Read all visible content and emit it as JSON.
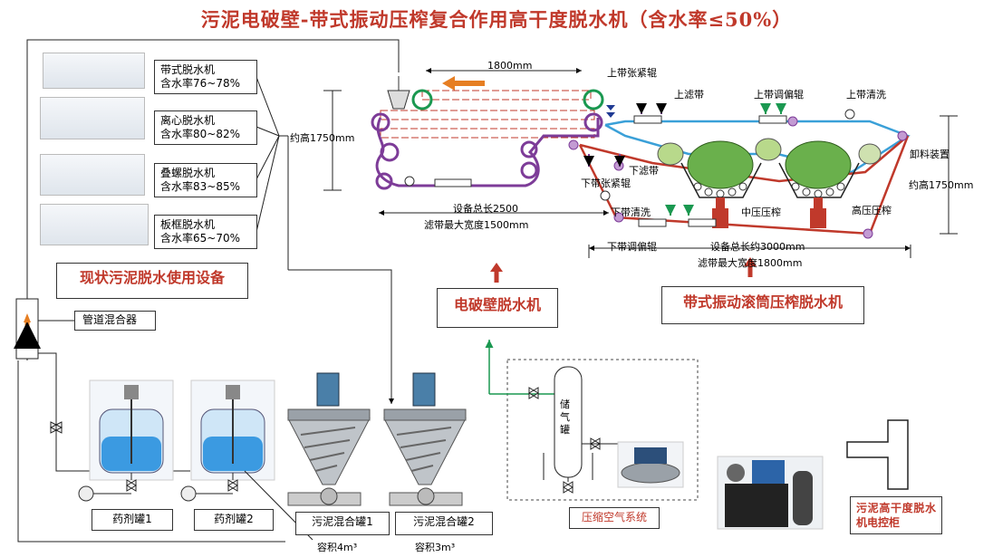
{
  "title": "污泥电破壁-带式振动压榨复合作用高干度脱水机（含水率≤50%）",
  "existing_equipment": {
    "heading": "现状污泥脱水使用设备",
    "items": [
      {
        "name": "带式脱水机",
        "moisture": "含水率76~78%"
      },
      {
        "name": "离心脱水机",
        "moisture": "含水率80~82%"
      },
      {
        "name": "叠螺脱水机",
        "moisture": "含水率83~85%"
      },
      {
        "name": "板框脱水机",
        "moisture": "含水率65~70%"
      }
    ]
  },
  "pipeline_mixer": "管道混合器",
  "tanks": {
    "agent1": "药剂罐1",
    "agent2": "药剂罐2",
    "mix1": "污泥混合罐1",
    "mix2": "污泥混合罐2",
    "vol1": "容积4m³",
    "vol2": "容积3m³"
  },
  "electro": {
    "name": "电破壁脱水机",
    "length_top": "1800mm",
    "height": "约高1750mm",
    "total_length": "设备总长2500",
    "belt_width": "滤带最大宽度1500mm"
  },
  "press": {
    "name": "带式振动滚筒压榨脱水机",
    "upper_tension": "上带张紧辊",
    "upper_belt": "上滤带",
    "upper_align": "上带调偏辊",
    "upper_wash": "上带清洗",
    "discharge": "卸料装置",
    "height": "约高1750mm",
    "lower_belt": "下滤带",
    "lower_tension": "下带张紧辊",
    "lower_wash": "下带清洗",
    "mid_press": "中压压榨",
    "high_press": "高压压榨",
    "lower_align": "下带调偏辊",
    "total_length": "设备总长约3000mm",
    "belt_width": "滤带最大宽度1800mm"
  },
  "air": {
    "tank": "储气罐",
    "system": "压缩空气系统"
  },
  "control": "污泥高干度脱水机电控柜"
}
